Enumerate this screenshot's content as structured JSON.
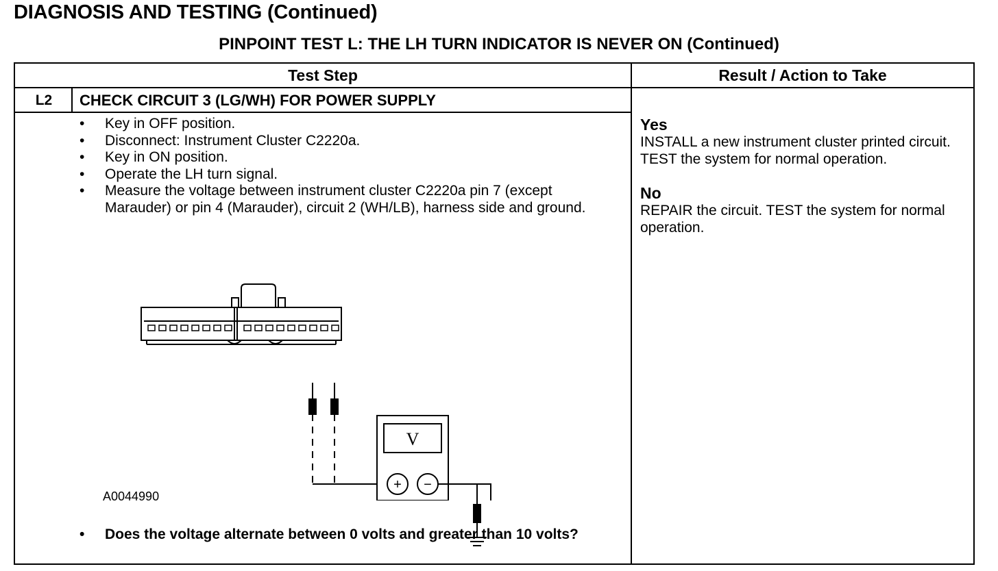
{
  "header": {
    "section_title": "DIAGNOSIS AND TESTING (Continued)",
    "test_title": "PINPOINT TEST L: THE LH TURN INDICATOR IS NEVER ON (Continued)"
  },
  "table": {
    "col_test_step": "Test Step",
    "col_result": "Result / Action to Take",
    "step": {
      "id": "L2",
      "title": "CHECK CIRCUIT 3 (LG/WH) FOR POWER SUPPLY",
      "bullets": [
        "Key in OFF position.",
        "Disconnect: Instrument Cluster C2220a.",
        "Key in ON position.",
        "Operate the LH turn signal.",
        "Measure the voltage between instrument cluster C2220a pin 7 (except Marauder) or pin 4 (Marauder), circuit 2 (WH/LB), harness side and ground."
      ],
      "figure_id": "A0044990",
      "meter_label": "V",
      "plus_symbol": "+",
      "minus_symbol": "−",
      "question": "Does the voltage alternate between 0 volts and greater than 10 volts?"
    },
    "results": [
      {
        "label": "Yes",
        "action": "INSTALL a new instrument cluster printed circuit. TEST the system for normal operation."
      },
      {
        "label": "No",
        "action": "REPAIR the circuit. TEST the system for normal operation."
      }
    ]
  }
}
